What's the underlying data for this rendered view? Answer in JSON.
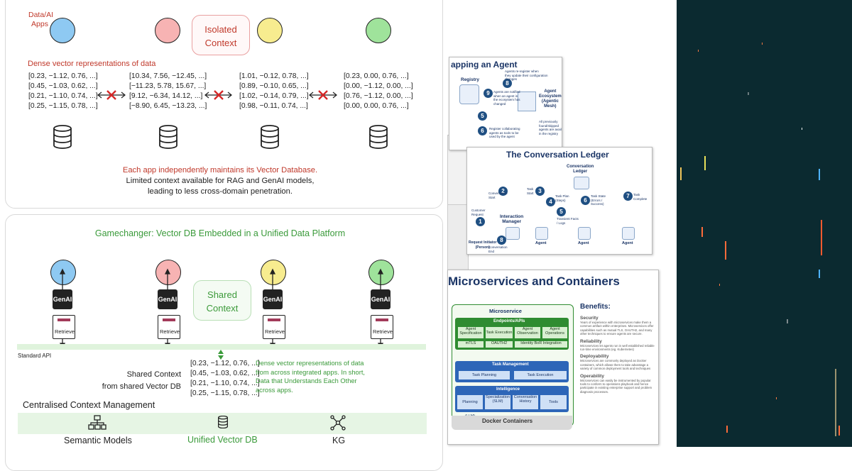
{
  "top_panel": {
    "apps_label": "Data/AI\nApps",
    "context_box": "Isolated\nContext",
    "dense_heading": "Dense vector representations of data",
    "vectors": [
      "[0.23, −1.12, 0.76, ...]\n[0.45, −1.03, 0.62, ...]\n[0.21, −1.10, 0.74, ...]\n[0.25, −1.15, 0.78, ...]",
      "[10.34, 7.56, −12.45, ...]\n[−11.23, 5.78, 15.67, ...]\n[9.12, −6.34, 14.12, ...]\n[−8.90, 6.45, −13.23, ...]",
      "[1.01, −0.12, 0.78, ...]\n[0.89, −0.10, 0.65, ...]\n[1.02, −0.14, 0.79, ...]\n[0.98, −0.11, 0.74, ...]",
      "[0.23, 0.00, 0.76, ...]\n[0.00, −1.12, 0.00, ...]\n[0.76, −1.12, 0.00, ...]\n[0.00, 0.00, 0.76, ...]"
    ],
    "caption_red": "Each app independently maintains its Vector Database.",
    "caption_line2": "Limited context available for RAG and GenAI models,",
    "caption_line3": "leading to less cross-domain penetration.",
    "app_colors": [
      "#8ec9f2",
      "#f7b3b3",
      "#f7ec8f",
      "#9fe39b"
    ]
  },
  "bottom_panel": {
    "title": "Gamechanger: Vector DB Embedded in a Unified Data Platform",
    "context_box": "Shared\nContext",
    "genai_label": "GenAI",
    "retrieve_label": "Retrieve",
    "standard_api": "Standard API",
    "shared_ctx_label": "Shared Context\nfrom shared Vector DB",
    "shared_vectors": "[0.23, −1.12, 0.76, ...]\n[0.45, −1.03, 0.62, ...]\n[0.21, −1.10, 0.74, ...]\n[0.25, −1.15, 0.78, ...]",
    "shared_desc": "Dense vector representations of data\nfrom across integrated apps. In short,\nData that Understands Each Other\nacross apps.",
    "centralised": "Centralised Context Management",
    "items": [
      "Semantic Models",
      "Unified Vector DB",
      "KG"
    ]
  },
  "shot1": {
    "title": "apping an Agent",
    "registry": "Registry",
    "ecosystem": "Agent\nEcosystem\n(Agentic\nMesh)",
    "notes": [
      "Agents re-register when\nthey update their configuration\nchanges",
      "Agents are notified\nwhen an agent in\nthe ecosystem has\nchanged",
      "All previously\nfound/skipped\nagents are available\nin the registry",
      "Register collaborating\nagents as tools to be\nused by the agent"
    ]
  },
  "shot2": {
    "title": "The Conversation Ledger",
    "ledger": "Conversation\nLedger",
    "interaction": "Interaction\nManager",
    "initiator": "Request Initiator\n(Person)",
    "agent": "Agent",
    "steps": [
      "Conversation\nStart",
      "Task\nStart",
      "Task Plan\n(Steps)",
      "Task State\n(Errors /\nSuccess)",
      "Task\nComplete",
      "Customer\nRequest",
      "Conversation\nEnd",
      "Transient Facts\n/ Logs"
    ]
  },
  "shot3": {
    "title": "Microservices and Containers",
    "microservice": "Microservice",
    "endpoints": "Endpoints/APIs",
    "endpoint_items": [
      "Agent\nSpecification",
      "Task Execution",
      "Agent\nObservation",
      "Agent\nOperations"
    ],
    "security_items": [
      "mTLS",
      "OAUTH2",
      "Identity BoR Integration"
    ],
    "task_mgmt": "Task Management",
    "task_items": [
      "Task Planning",
      "Task Execution"
    ],
    "intelligence": "Intelligence",
    "intel_items": [
      "Planning (LLM)",
      "Specialization\n(SLM)",
      "Conversation\nHistory",
      "Tools"
    ],
    "docker": "Docker Containers",
    "benefits_title": "Benefits:",
    "benefits": [
      {
        "h": "Security",
        "t": "Years of experience with microservices make them a common artifact within enterprises. Microservices offer capabilities such as mutual TLS, OAUTH2, and many other techniques to ensure agents are secure."
      },
      {
        "h": "Reliability",
        "t": "Microservices let agents run in well established reliable run-time environments (eg. Kubernetes)"
      },
      {
        "h": "Deployability",
        "t": "Microservices are commonly deployed as Docker containers, which allows them to take advantage a variety of common deployment tools and techniques"
      },
      {
        "h": "Operability",
        "t": "Microservices can easily be instrumented by popular tools to conform to operations playbook and hence participate in existing enterprise support and problem diagnosis processes."
      }
    ]
  }
}
